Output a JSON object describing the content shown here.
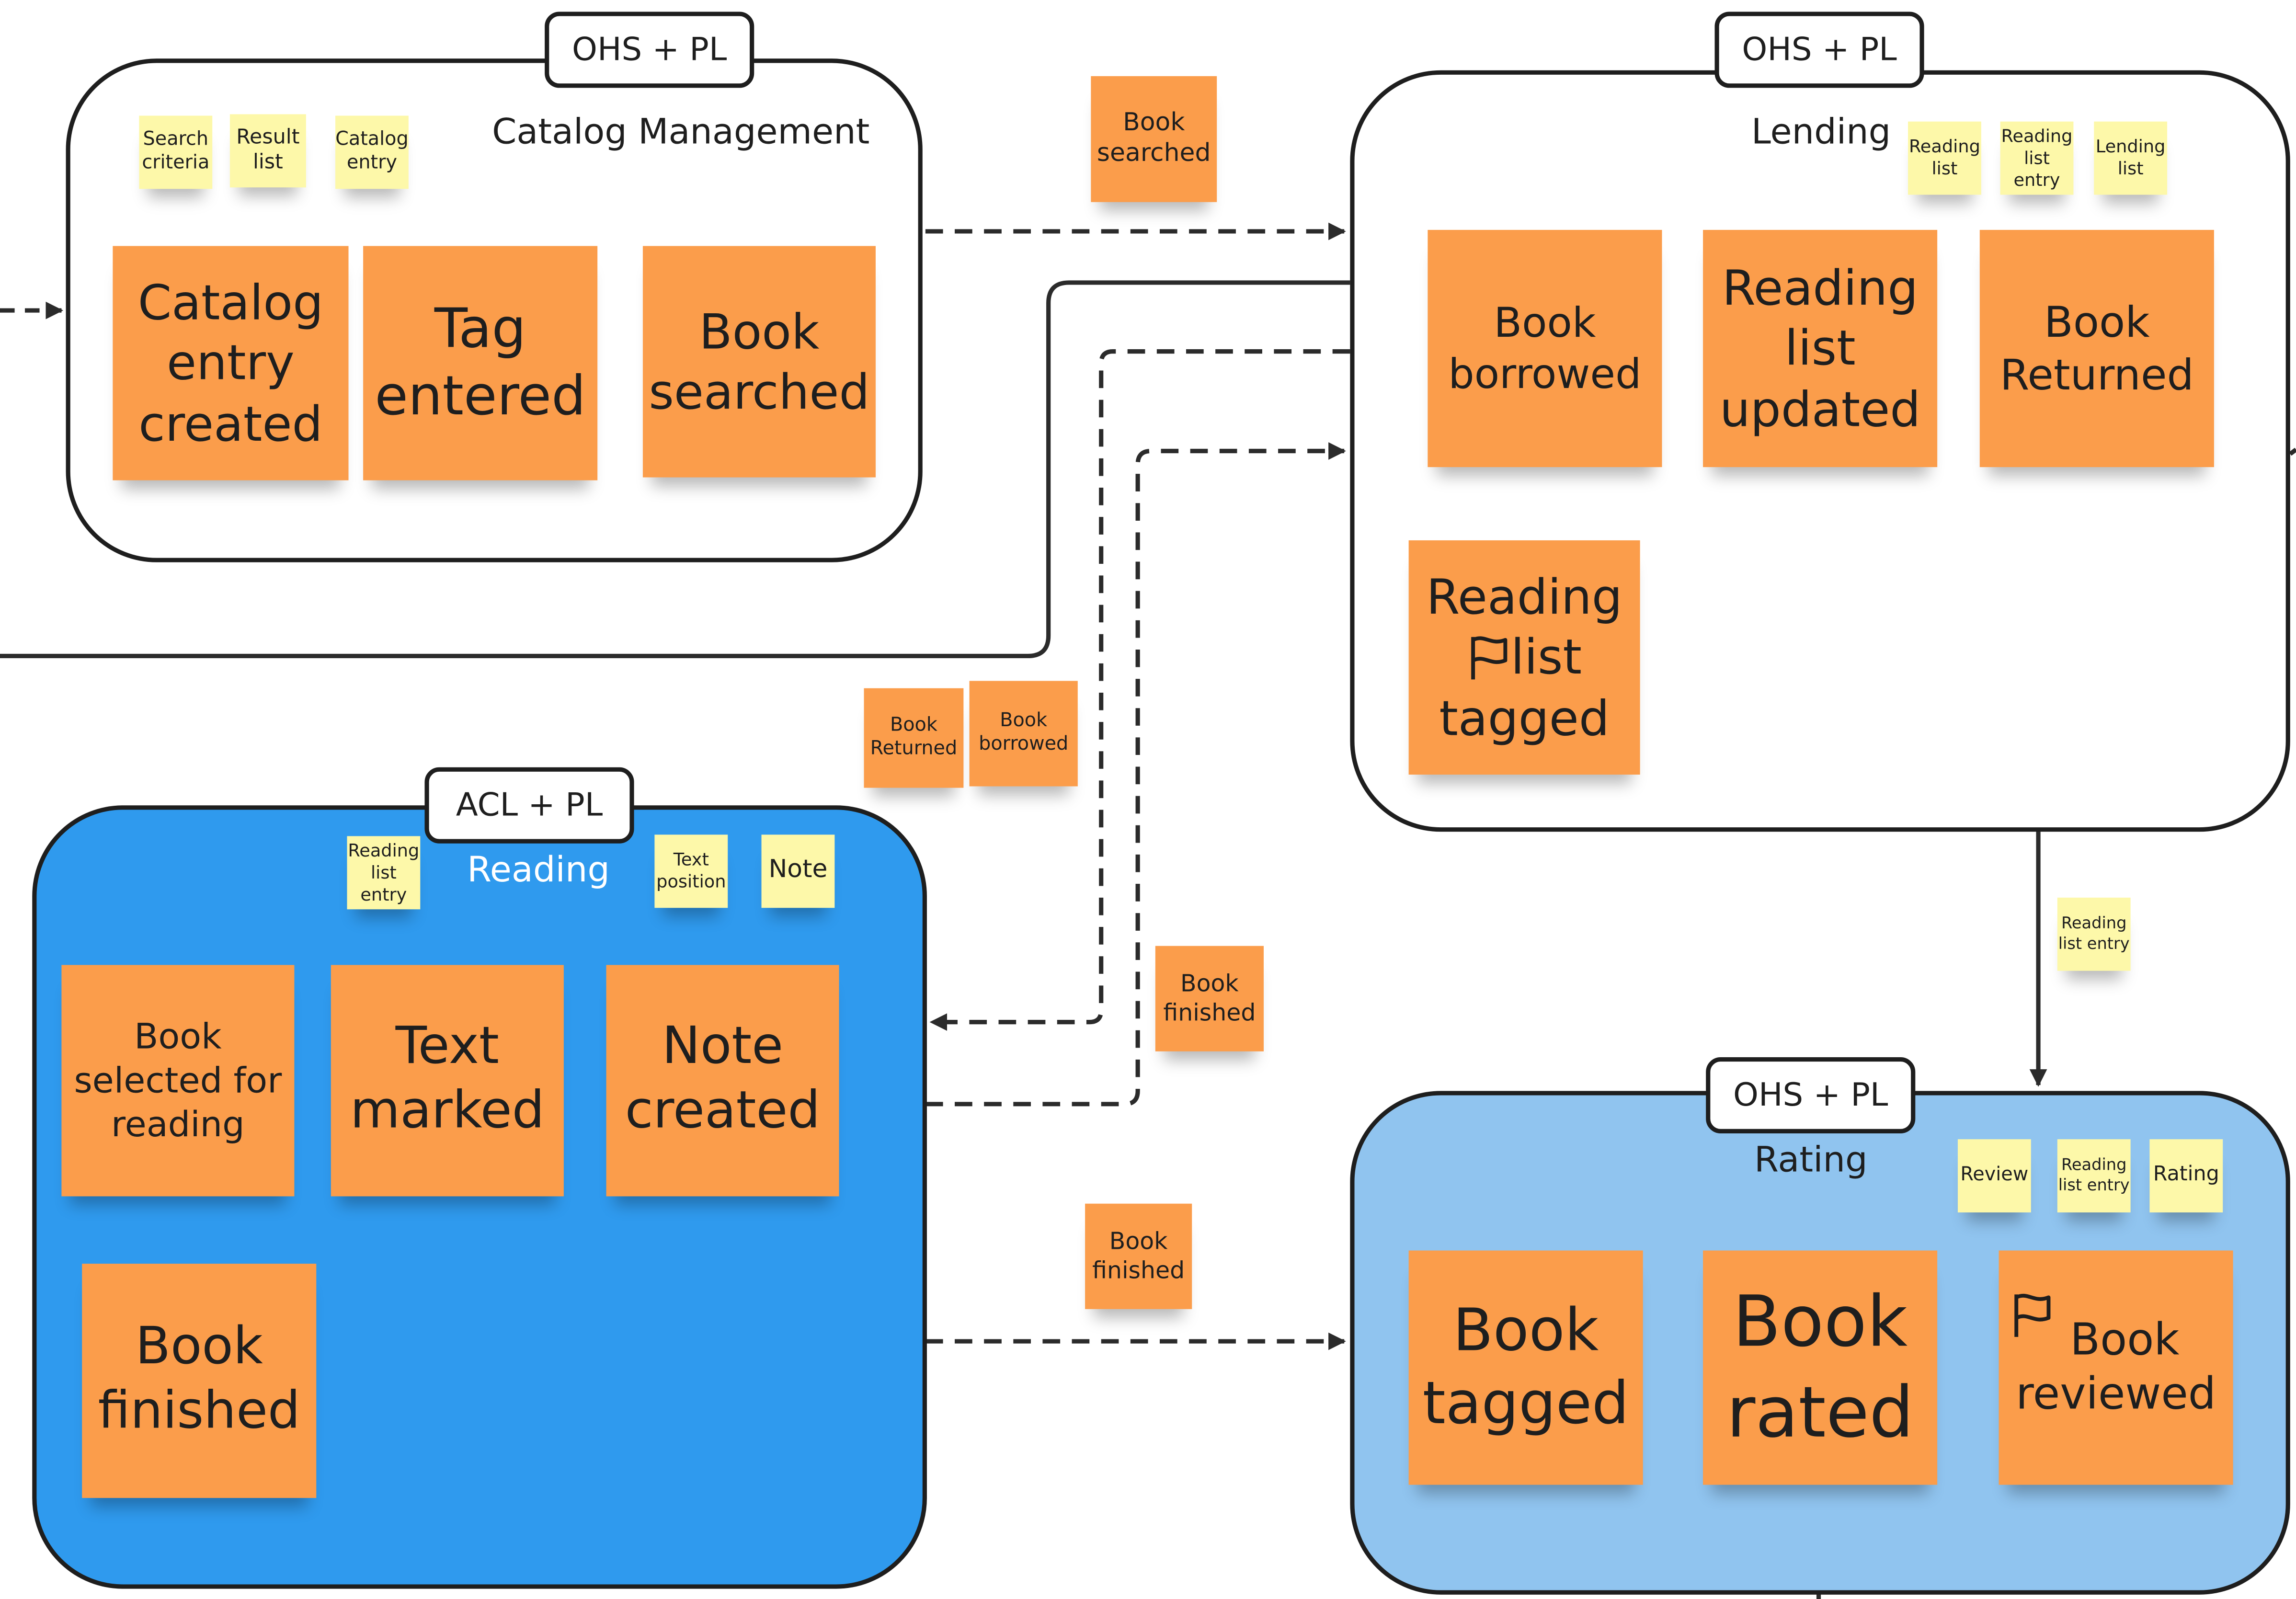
{
  "contexts": {
    "catalog": {
      "title": "Catalog Management",
      "pattern": "OHS + PL",
      "models": [
        "Search criteria",
        "Result list",
        "Catalog entry"
      ],
      "events": [
        "Catalog entry created",
        "Tag entered",
        "Book searched"
      ]
    },
    "lending": {
      "title": "Lending",
      "pattern": "OHS + PL",
      "models": [
        "Reading list",
        "Reading list entry",
        "Lending list"
      ],
      "events": [
        "Book borrowed",
        "Reading list updated",
        "Book Returned",
        "Reading list tagged"
      ]
    },
    "reading": {
      "title": "Reading",
      "pattern": "ACL + PL",
      "models": [
        "Reading list entry",
        "Text position",
        "Note"
      ],
      "events": [
        "Book selected for reading",
        "Text marked",
        "Note created",
        "Book finished"
      ]
    },
    "rating": {
      "title": "Rating",
      "pattern": "OHS + PL",
      "models": [
        "Review",
        "Reading list entry",
        "Rating"
      ],
      "events": [
        "Book tagged",
        "Book rated",
        "Book reviewed"
      ]
    }
  },
  "messages": {
    "book_searched": "Book searched",
    "book_returned": "Book Returned",
    "book_borrowed": "Book borrowed",
    "book_finished_1": "Book finished",
    "book_finished_2": "Book finished",
    "reading_list_entry": "Reading list entry"
  },
  "icons": {
    "hotspot": "flag-icon"
  },
  "colors": {
    "event_sticky": "#fb9d4b",
    "model_sticky": "#fdf8a9",
    "reading_bg": "#2f9aee",
    "rating_bg": "#90c4ef",
    "line": "#2b2b2b"
  }
}
